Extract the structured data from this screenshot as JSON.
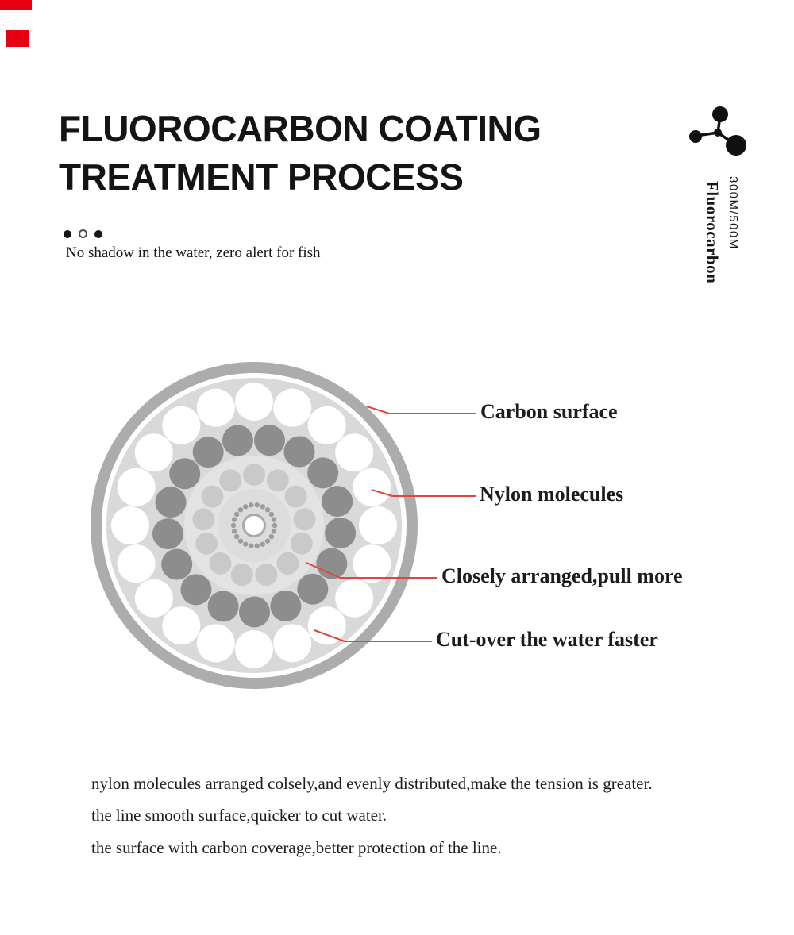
{
  "colors": {
    "accent_red": "#e60012",
    "leader_red": "#e0463a"
  },
  "header": {
    "title_line1": "FLUOROCARBON COATING",
    "title_line2": "TREATMENT PROCESS",
    "subtitle": "No shadow in the water, zero alert for fish"
  },
  "side": {
    "length": "300M/500M",
    "material": "Fluorocarbon",
    "icon": "molecule-icon"
  },
  "diagram_labels": [
    {
      "text": "Carbon surface"
    },
    {
      "text": "Nylon molecules"
    },
    {
      "text": "Closely arranged,pull more"
    },
    {
      "text": "Cut-over the water faster"
    }
  ],
  "footer": {
    "lines": [
      "nylon molecules arranged colsely,and evenly distributed,make the tension is greater.",
      "the line smooth surface,quicker to cut water.",
      "the surface with carbon coverage,better protection of the line."
    ]
  }
}
